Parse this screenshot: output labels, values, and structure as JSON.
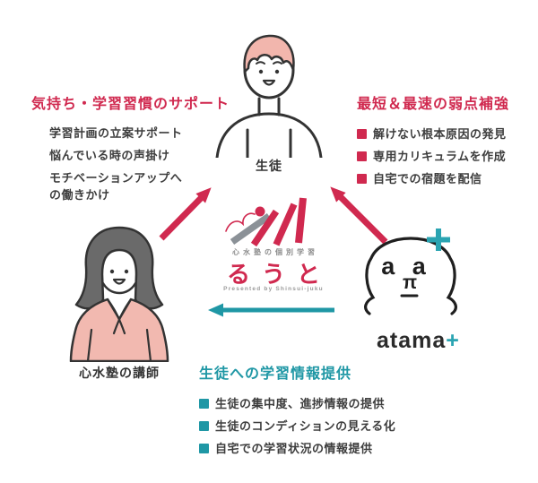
{
  "student": {
    "label": "生徒"
  },
  "teacher": {
    "label": "心水塾の講師"
  },
  "left_block": {
    "title": "気持ち・学習習慣のサポート",
    "items": [
      "学習計画の立案サポート",
      "悩んでいる時の声掛け",
      "モチベーションアップへの働きかけ"
    ]
  },
  "right_block": {
    "title": "最短＆最速の弱点補強",
    "items": [
      "解けない根本原因の発見",
      "専用カリキュラムを作成",
      "自宅での宿題を配信"
    ]
  },
  "bottom_block": {
    "title": "生徒への学習情報提供",
    "items": [
      "生徒の集中度、進捗情報の提供",
      "生徒のコンディションの見える化",
      "自宅での学習状況の情報提供"
    ]
  },
  "logo": {
    "subtitle": "心水塾の個別学習",
    "name": "るうと",
    "credit": "Presented by Shinsui-juku"
  },
  "atama": {
    "eyes": "a a",
    "nose": "π",
    "wordmark": "atama",
    "plus": "+"
  },
  "colors": {
    "crimson": "#d0294f",
    "teal": "#1f97a5",
    "plus_teal": "#2aa4b2",
    "outline": "#333333",
    "skin_pink": "#f2b6ad",
    "hair_gray": "#6a6a6a",
    "logo_bar_gray": "#8b9197",
    "body_text": "#3d3d3d"
  }
}
